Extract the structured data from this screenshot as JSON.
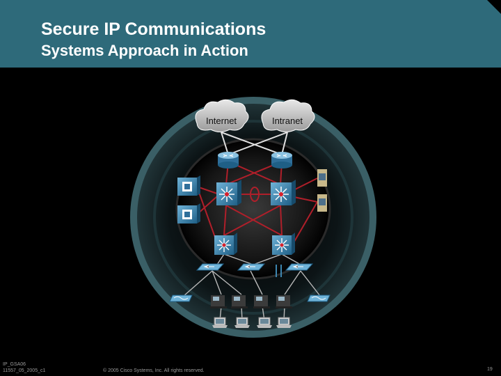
{
  "slide": {
    "title": "Secure IP Communications",
    "subtitle": "Systems Approach in Action"
  },
  "clouds": {
    "internet": "Internet",
    "intranet": "Intranet"
  },
  "footer": {
    "code_line1": "IP_GSA06",
    "code_line2": "11557_05_2005_c1",
    "copyright": "© 2005 Cisco Systems, Inc. All rights reserved.",
    "page_number": "19"
  },
  "colors": {
    "header": "#2e6a7a",
    "ring": "#3a5f66",
    "link": "#b01f2a",
    "device": "#3d86b0"
  },
  "icons": [
    "router-icon",
    "multilayer-switch-icon",
    "ip-phone-icon",
    "server-icon",
    "workgroup-switch-icon",
    "wireless-access-point-icon",
    "laptop-icon"
  ]
}
